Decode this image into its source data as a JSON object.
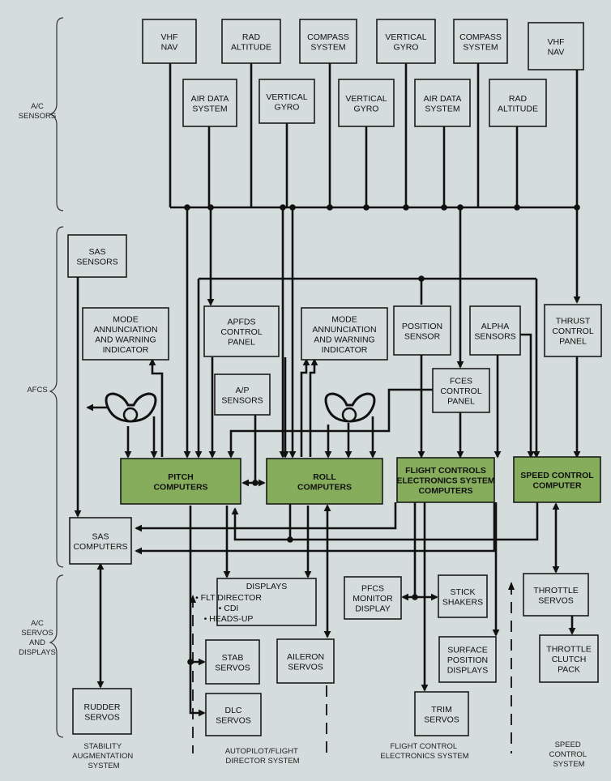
{
  "bands": {
    "sensors": [
      "A/C",
      "SENSORS"
    ],
    "afcs": [
      "AFCS"
    ],
    "servos": [
      "A/C",
      "SERVOS",
      "AND",
      "DISPLAYS"
    ]
  },
  "boxes": {
    "vhf_nav_1": [
      "VHF",
      "NAV"
    ],
    "rad_alt_1": [
      "RAD",
      "ALTITUDE"
    ],
    "compass_1": [
      "COMPASS",
      "SYSTEM"
    ],
    "vgyro_top": [
      "VERTICAL",
      "GYRO"
    ],
    "compass_2": [
      "COMPASS",
      "SYSTEM"
    ],
    "vhf_nav_2": [
      "VHF",
      "NAV"
    ],
    "air_data_1": [
      "AIR DATA",
      "SYSTEM"
    ],
    "vgyro_1": [
      "VERTICAL",
      "GYRO"
    ],
    "vgyro_2": [
      "VERTICAL",
      "GYRO"
    ],
    "air_data_2": [
      "AIR DATA",
      "SYSTEM"
    ],
    "rad_alt_2": [
      "RAD",
      "ALTITUDE"
    ],
    "sas_sensors": [
      "SAS",
      "SENSORS"
    ],
    "mode_ann_1": [
      "MODE",
      "ANNUNCIATION",
      "AND WARNING",
      "INDICATOR"
    ],
    "apfds_panel": [
      "APFDS",
      "CONTROL",
      "PANEL"
    ],
    "mode_ann_2": [
      "MODE",
      "ANNUNCIATION",
      "AND WARNING",
      "INDICATOR"
    ],
    "position_sensor": [
      "POSITION",
      "SENSOR"
    ],
    "alpha_sensors": [
      "ALPHA",
      "SENSORS"
    ],
    "thrust_panel": [
      "THRUST",
      "CONTROL",
      "PANEL"
    ],
    "ap_sensors": [
      "A/P",
      "SENSORS"
    ],
    "fces_panel": [
      "FCES",
      "CONTROL",
      "PANEL"
    ],
    "sas_computers": [
      "SAS",
      "COMPUTERS"
    ],
    "displays": [
      "DISPLAYS"
    ],
    "displays_items": [
      "• FLT DIRECTOR",
      "• CDI",
      "• HEADS-UP"
    ],
    "pfcs_monitor": [
      "PFCS",
      "MONITOR",
      "DISPLAY"
    ],
    "stick_shakers": [
      "STICK",
      "SHAKERS"
    ],
    "throttle_servos": [
      "THROTTLE",
      "SERVOS"
    ],
    "throttle_clutch": [
      "THROTTLE",
      "CLUTCH",
      "PACK"
    ],
    "surface_pos": [
      "SURFACE",
      "POSITION",
      "DISPLAYS"
    ],
    "stab_servos": [
      "STAB",
      "SERVOS"
    ],
    "aileron_servos": [
      "AILERON",
      "SERVOS"
    ],
    "rudder_servos": [
      "RUDDER",
      "SERVOS"
    ],
    "dlc_servos": [
      "DLC",
      "SERVOS"
    ],
    "trim_servos": [
      "TRIM",
      "SERVOS"
    ]
  },
  "computers": {
    "pitch": [
      "PITCH",
      "COMPUTERS"
    ],
    "roll": [
      "ROLL",
      "COMPUTERS"
    ],
    "fces": [
      "FLIGHT CONTROLS",
      "ELECTRONICS SYSTEM",
      "COMPUTERS"
    ],
    "speed": [
      "SPEED CONTROL",
      "COMPUTER"
    ]
  },
  "systems": {
    "stability": [
      "STABILITY",
      "AUGMENTATION",
      "SYSTEM"
    ],
    "autopilot": [
      "AUTOPILOT/FLIGHT",
      "DIRECTOR SYSTEM"
    ],
    "flight_control": [
      "FLIGHT CONTROL",
      "ELECTRONICS SYSTEM"
    ],
    "speed": [
      "SPEED",
      "CONTROL",
      "SYSTEM"
    ]
  },
  "colors": {
    "background": "#d4dcdc",
    "computer_fill": "#86ad5c",
    "line": "#111111"
  },
  "icons": [
    "control-yoke-icon",
    "control-yoke-icon"
  ]
}
